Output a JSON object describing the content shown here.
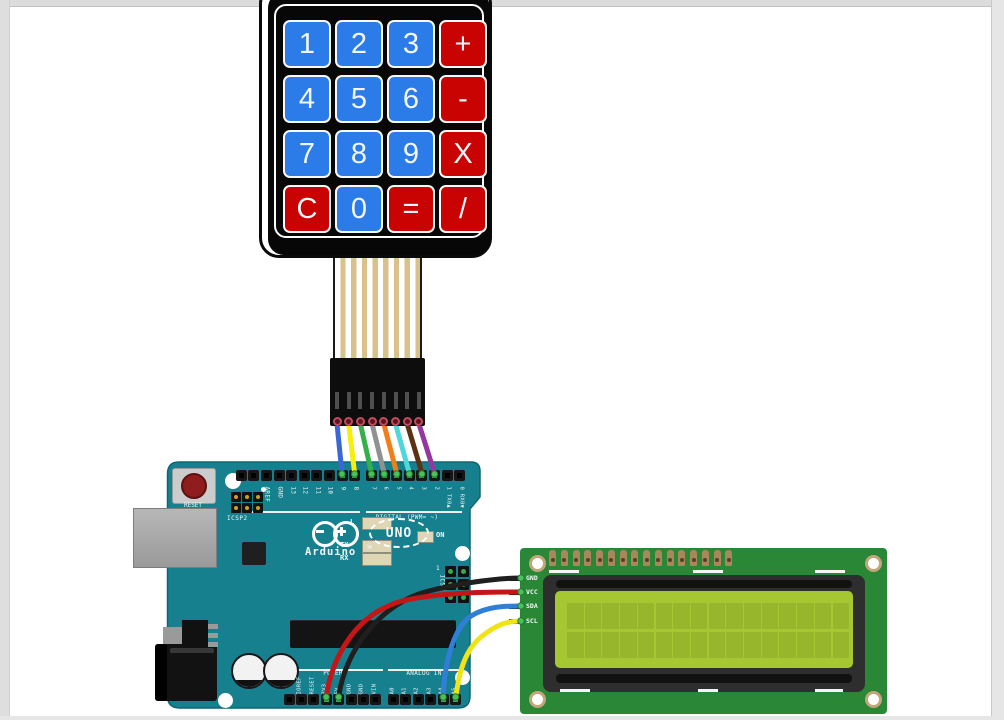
{
  "page": {
    "background": "#ffffff",
    "frame_color": "#dcdcdc"
  },
  "keypad": {
    "component": "4x4-matrix-keypad",
    "key_labels": [
      [
        "1",
        "2",
        "3",
        "+"
      ],
      [
        "4",
        "5",
        "6",
        "-"
      ],
      [
        "7",
        "8",
        "9",
        "X"
      ],
      [
        "C",
        "0",
        "=",
        "/"
      ]
    ],
    "key_colors": [
      [
        "blue",
        "blue",
        "blue",
        "red"
      ],
      [
        "blue",
        "blue",
        "blue",
        "red"
      ],
      [
        "blue",
        "blue",
        "blue",
        "red"
      ],
      [
        "red",
        "blue",
        "red",
        "red"
      ]
    ],
    "palette": {
      "blue": "#2b7ce9",
      "red": "#c90301",
      "body": "#070707",
      "key_text": "#f3f7fd"
    }
  },
  "ribbon_cable": {
    "stripe_color": "#d8c289",
    "background": "#ffffff",
    "conductors": 8
  },
  "connector": {
    "pin_count": 8,
    "color": "#0d0d0d"
  },
  "keypad_wires": [
    {
      "color": "blue",
      "hex": "#3b67d6",
      "arduino_pin": "9"
    },
    {
      "color": "yellow",
      "hex": "#f5ef0a",
      "arduino_pin": "8"
    },
    {
      "color": "green",
      "hex": "#33b04a",
      "arduino_pin": "7"
    },
    {
      "color": "gray",
      "hex": "#8f9193",
      "arduino_pin": "6"
    },
    {
      "color": "orange",
      "hex": "#f07e19",
      "arduino_pin": "5"
    },
    {
      "color": "cyan",
      "hex": "#4fd8dc",
      "arduino_pin": "4"
    },
    {
      "color": "brown",
      "hex": "#5c3312",
      "arduino_pin": "3"
    },
    {
      "color": "purple",
      "hex": "#9338a0",
      "arduino_pin": "2"
    }
  ],
  "arduino": {
    "board_color": "#17808e",
    "labels": {
      "reset": "RESET",
      "icsp2": "ICSP2",
      "icsp": "ICSP",
      "icsp_pin1": "1",
      "digital": "DIGITAL (PWM= ~)",
      "uno": "UNO",
      "brand": "Arduino",
      "tm": "TM",
      "led_l": "L",
      "led_tx": "TX",
      "led_rx": "RX",
      "on": "ON",
      "power": "POWER",
      "analog_in": "ANALOG IN"
    },
    "digital_left_labels": [
      "",
      "",
      "AREF",
      "GND",
      "13",
      "12",
      "11",
      "10",
      "9",
      "8"
    ],
    "digital_right_labels": [
      "7",
      "6",
      "5",
      "4",
      "3",
      "2",
      "1 TX0▲",
      "0 RX0▼"
    ],
    "power_labels": [
      "IOREF",
      "RESET",
      "3V3",
      "5V",
      "GND",
      "GND",
      "VIN"
    ],
    "analog_labels": [
      "A0",
      "A1",
      "A2",
      "A3",
      "A4",
      "A5"
    ]
  },
  "i2c_wires": [
    {
      "color": "black",
      "hex": "#1f1f1f",
      "from": "GND",
      "to": "GND"
    },
    {
      "color": "red",
      "hex": "#c41616",
      "from": "5V",
      "to": "VCC"
    },
    {
      "color": "blue",
      "hex": "#2f7fd6",
      "from": "A4",
      "to": "SDA"
    },
    {
      "color": "yellow",
      "hex": "#efe417",
      "from": "A5",
      "to": "SCL"
    }
  ],
  "lcd": {
    "component": "16x2-lcd-i2c",
    "pin_labels": [
      "GND",
      "VCC",
      "SDA",
      "SCL"
    ],
    "columns": 16,
    "rows": 2,
    "pad_count": 16,
    "pcb_color": "#2a8736",
    "screen_color": "#a5c832",
    "cell_color": "#97b62b",
    "bezel_color": "#2e2e2e"
  }
}
